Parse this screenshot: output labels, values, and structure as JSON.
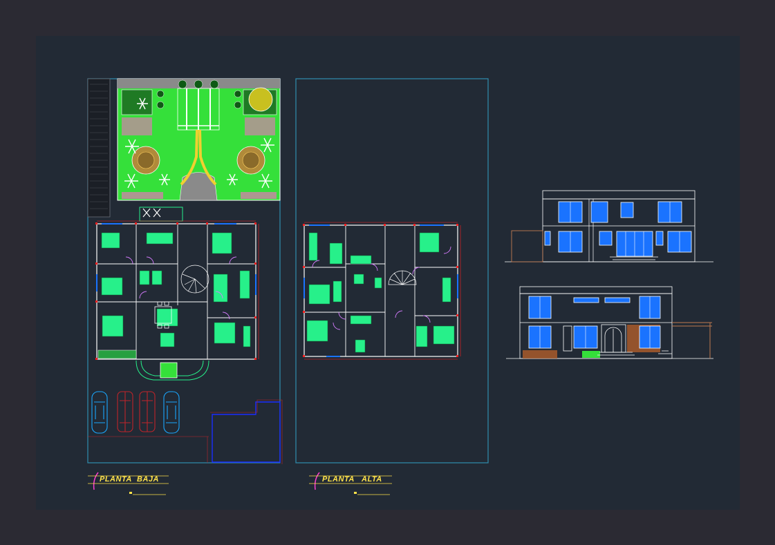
{
  "drawing": {
    "ground_floor_title": [
      "PLANTA",
      "BAJA"
    ],
    "upper_floor_title": [
      "PLANTA",
      "ALTA"
    ]
  },
  "colors": {
    "frame_bg": "#2b2a33",
    "sheet_bg": "#222a35",
    "boundary": "#2f8fb0",
    "lawn": "#35e03a",
    "furniture": "#27f08a",
    "glass": "#1a73ff",
    "title_text": "#ffe24a",
    "dimension_marks": "#ff2020"
  }
}
